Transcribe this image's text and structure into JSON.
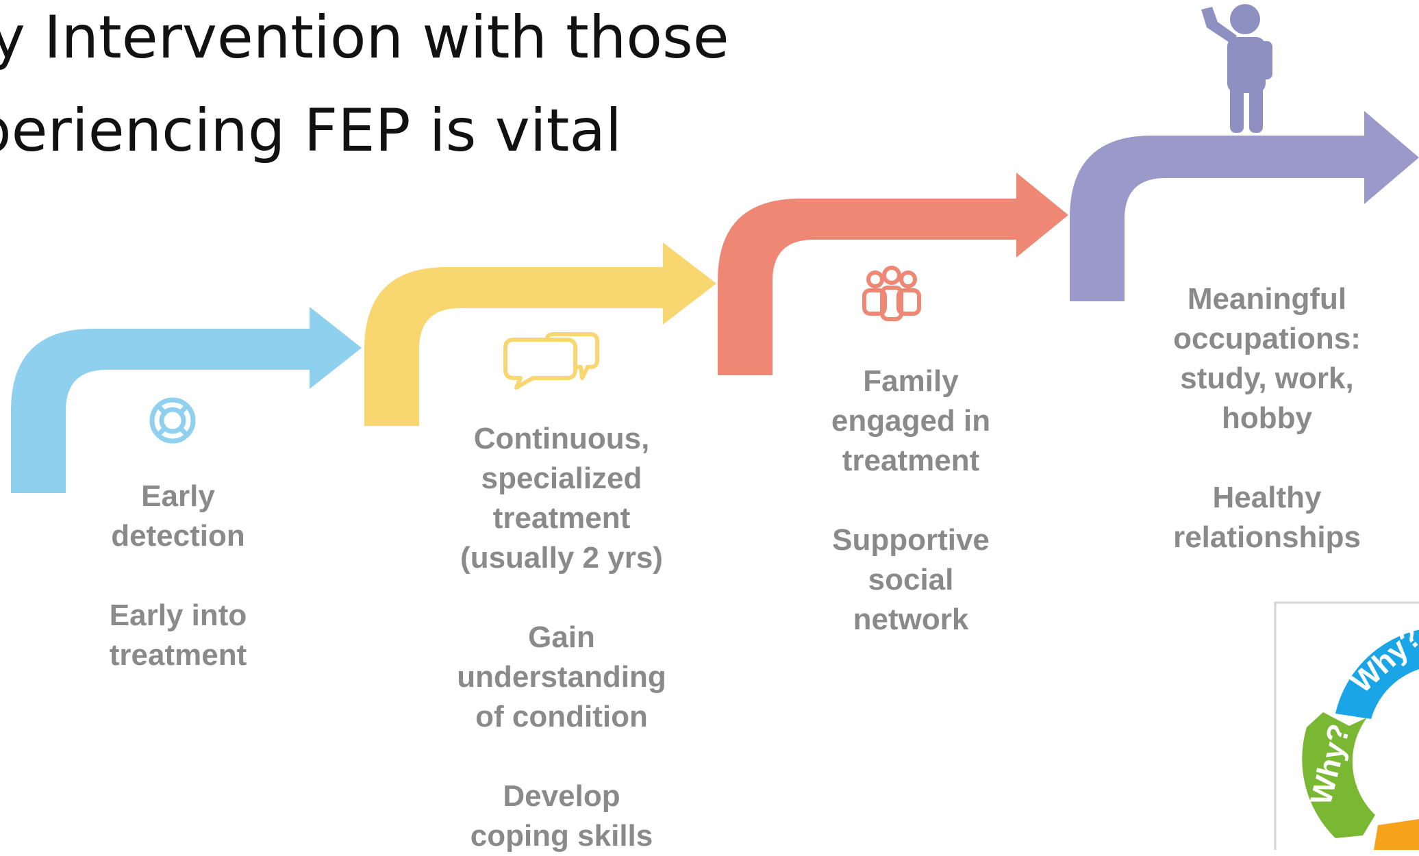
{
  "title": {
    "line1": "ly Intervention with those",
    "line2": "periencing FEP is vital"
  },
  "colors": {
    "step1": "#8fd0ef",
    "step2": "#f8d670",
    "step3": "#ef8775",
    "step4": "#9b99c9",
    "person": "#8e90c2",
    "step_text": "#8a8a8a",
    "why_blue": "#1aa6e6",
    "why_green": "#7ab833",
    "why_orange": "#f7a21b"
  },
  "steps": [
    {
      "icon": "lifebuoy-icon",
      "texts": [
        "Early\ndetection",
        "Early into\ntreatment"
      ]
    },
    {
      "icon": "chat-bubbles-icon",
      "texts": [
        "Continuous,\nspecialized\ntreatment\n(usually 2 yrs)",
        "Gain\nunderstanding\nof condition",
        "Develop\ncoping skills"
      ]
    },
    {
      "icon": "people-group-icon",
      "texts": [
        "Family\nengaged in\ntreatment",
        "Supportive\nsocial\nnetwork"
      ]
    },
    {
      "icon": "person-waving-icon",
      "texts": [
        "Meaningful\noccupations:\nstudy, work,\nhobby",
        "Healthy\nrelationships"
      ]
    }
  ],
  "why_logo": {
    "label_top": "Why?",
    "label_left": "Why?"
  }
}
